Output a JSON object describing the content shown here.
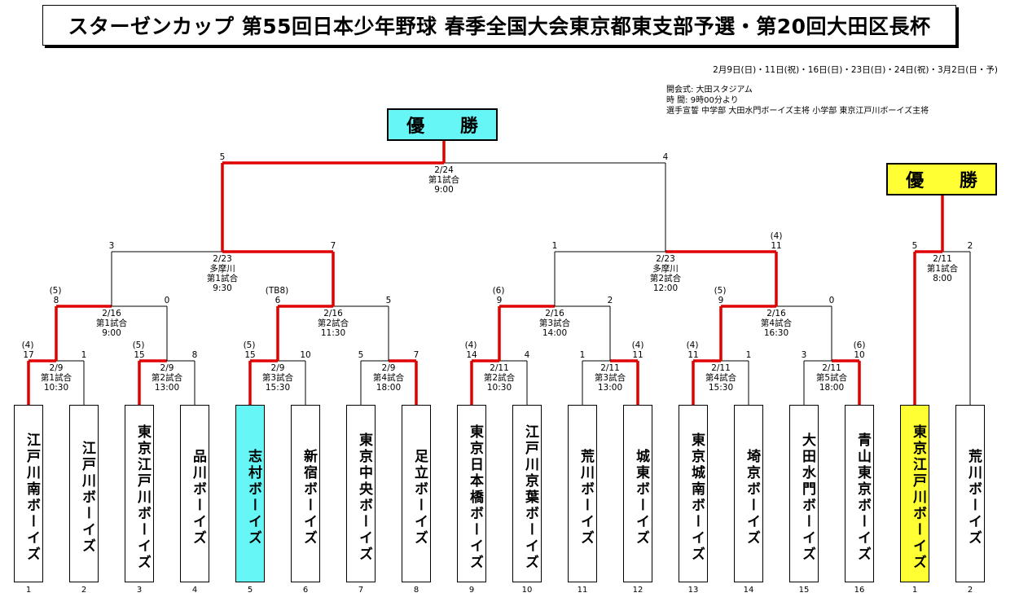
{
  "title": "スターゼンカップ 第55回日本少年野球 春季全国大会東京都東支部予選・第20回大田区長杯",
  "dates": "2月9日(日)・11日(祝)・16日(日)・23日(日)・24日(祝)・3月2日(日・予)",
  "ceremony": {
    "line1": "開会式:  大田スタジアム",
    "line2": "時  間:    9時00分より",
    "line3": "選手宣誓  中学部  大田水門ボーイズ主将  小学部  東京江戸川ボーイズ主将"
  },
  "winner_label": "優 勝",
  "teams": [
    {
      "seed": "1",
      "name": "江戸川南ボーイズ"
    },
    {
      "seed": "2",
      "name": "江戸川ボーイズ"
    },
    {
      "seed": "3",
      "name": "東京江戸川ボーイズ"
    },
    {
      "seed": "4",
      "name": "品川ボーイズ"
    },
    {
      "seed": "5",
      "name": "志村ボーイズ"
    },
    {
      "seed": "6",
      "name": "新宿ボーイズ"
    },
    {
      "seed": "7",
      "name": "東京中央ボーイズ"
    },
    {
      "seed": "8",
      "name": "足立ボーイズ"
    },
    {
      "seed": "9",
      "name": "東京日本橋ボーイズ"
    },
    {
      "seed": "10",
      "name": "江戸川京葉ボーイズ"
    },
    {
      "seed": "11",
      "name": "荒川ボーイズ"
    },
    {
      "seed": "12",
      "name": "城東ボーイズ"
    },
    {
      "seed": "13",
      "name": "東京城南ボーイズ"
    },
    {
      "seed": "14",
      "name": "埼京ボーイズ"
    },
    {
      "seed": "15",
      "name": "大田水門ボーイズ"
    },
    {
      "seed": "16",
      "name": "青山東京ボーイズ"
    }
  ],
  "teams2": [
    {
      "seed": "1",
      "name": "東京江戸川ボーイズ"
    },
    {
      "seed": "2",
      "name": "荒川ボーイズ"
    }
  ],
  "colors": {
    "win_line": "#e00000",
    "champion_main": "#66f6f6",
    "champion_second": "#ffff33"
  },
  "games": {
    "r1": [
      {
        "date": "2/9",
        "no": "第1試合",
        "time": "10:30",
        "s1": "17",
        "s2": "1",
        "n1": "(4)",
        "n2": ""
      },
      {
        "date": "2/9",
        "no": "第2試合",
        "time": "13:00",
        "s1": "15",
        "s2": "8",
        "n1": "(5)",
        "n2": ""
      },
      {
        "date": "2/9",
        "no": "第3試合",
        "time": "15:30",
        "s1": "15",
        "s2": "10",
        "n1": "(5)",
        "n2": ""
      },
      {
        "date": "2/9",
        "no": "第4試合",
        "time": "18:00",
        "s1": "5",
        "s2": "7",
        "n1": "",
        "n2": ""
      },
      {
        "date": "2/11",
        "no": "第2試合",
        "time": "10:30",
        "s1": "14",
        "s2": "4",
        "n1": "(4)",
        "n2": ""
      },
      {
        "date": "2/11",
        "no": "第3試合",
        "time": "13:00",
        "s1": "1",
        "s2": "11",
        "n1": "",
        "n2": "(4)"
      },
      {
        "date": "2/11",
        "no": "第4試合",
        "time": "15:30",
        "s1": "11",
        "s2": "1",
        "n1": "(4)",
        "n2": ""
      },
      {
        "date": "2/11",
        "no": "第5試合",
        "time": "18:00",
        "s1": "3",
        "s2": "10",
        "n1": "",
        "n2": "(6)"
      }
    ],
    "r2": [
      {
        "date": "2/16",
        "no": "第1試合",
        "time": "9:00",
        "s1": "8",
        "s2": "0",
        "n1": "(5)",
        "n2": ""
      },
      {
        "date": "2/16",
        "no": "第2試合",
        "time": "11:30",
        "s1": "6",
        "s2": "5",
        "n1": "(TB8)",
        "n2": ""
      },
      {
        "date": "2/16",
        "no": "第3試合",
        "time": "14:00",
        "s1": "9",
        "s2": "2",
        "n1": "(6)",
        "n2": ""
      },
      {
        "date": "2/16",
        "no": "第4試合",
        "time": "16:30",
        "s1": "9",
        "s2": "0",
        "n1": "(5)",
        "n2": ""
      }
    ],
    "r3": [
      {
        "date": "2/23",
        "venue": "多摩川",
        "no": "第1試合",
        "time": "9:30",
        "s1": "3",
        "s2": "7",
        "n2": ""
      },
      {
        "date": "2/23",
        "venue": "多摩川",
        "no": "第2試合",
        "time": "12:00",
        "s1": "1",
        "s2": "11",
        "n2": "(4)"
      }
    ],
    "final": {
      "date": "2/24",
      "no": "第1試合",
      "time": "9:00",
      "s1": "5",
      "s2": "4"
    },
    "second": {
      "date": "2/11",
      "no": "第1試合",
      "time": "8:00",
      "s1": "5",
      "s2": "2"
    }
  }
}
